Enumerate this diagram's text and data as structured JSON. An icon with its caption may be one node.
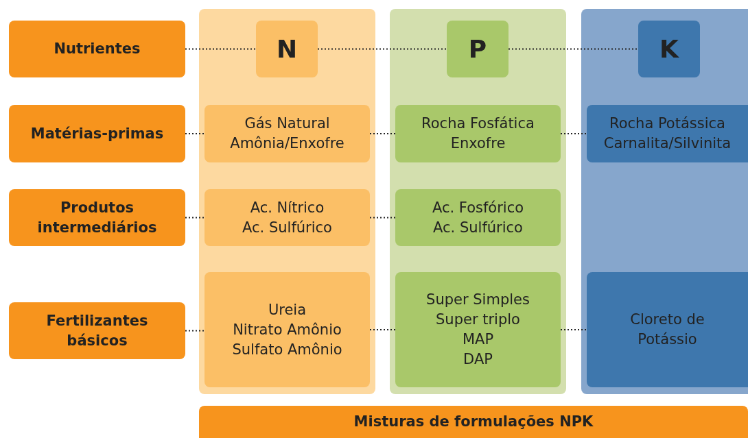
{
  "diagram": {
    "nodes": [
      {
        "text": [
          "Nutrientes"
        ]
      },
      {
        "text": [],
        "shape": "box"
      },
      {
        "text": [
          "N"
        ],
        "in": 1
      },
      {
        "text": [],
        "shape": "box"
      },
      {
        "text": [
          "P"
        ],
        "in": 3
      },
      {
        "text": [],
        "shape": "box"
      },
      {
        "text": [
          "K"
        ],
        "in": 5
      },
      {
        "text": [
          "Matérias-primas"
        ]
      },
      {
        "text": [
          "Gás Natural",
          "Amônia/Enxofre"
        ],
        "in": 1
      },
      {
        "text": [
          "Rocha Fosfática",
          "Enxofre"
        ],
        "in": 3
      },
      {
        "text": [
          "Rocha Potássica",
          "Carnalita/Silvinita"
        ],
        "in": 5
      },
      {
        "text": [
          "Produtos intermediários"
        ]
      },
      {
        "text": [
          "Ac. Nítrico",
          "Ac. Sulfúrico"
        ],
        "in": 1
      },
      {
        "text": [
          "Ac. Fosfórico",
          "Ac. Sulfúrico"
        ],
        "in": 3
      },
      {
        "text": [
          "Fertilizantes básicos"
        ]
      },
      {
        "text": [
          "Ureia",
          "Nitrato Amônio",
          "Sulfato Amônio"
        ],
        "in": 1
      },
      {
        "text": [
          "Super Simples",
          "Super triplo",
          "MAP",
          "DAP"
        ],
        "in": 3
      },
      {
        "text": [
          "Cloreto de Potássio"
        ],
        "in": 5
      },
      {
        "text": [
          "Misturas de formulações NPK"
        ]
      }
    ],
    "edges": [
      {
        "from": 0,
        "to": 2,
        "arrow": "none",
        "style": "dashed"
      },
      {
        "from": 2,
        "to": 4,
        "arrow": "none",
        "style": "dashed"
      },
      {
        "from": 4,
        "to": 6,
        "arrow": "none",
        "style": "dashed"
      },
      {
        "from": 7,
        "to": 8,
        "arrow": "none",
        "style": "dashed"
      },
      {
        "from": 8,
        "to": 9,
        "arrow": "none",
        "style": "dashed"
      },
      {
        "from": 9,
        "to": 10,
        "arrow": "none",
        "style": "dashed"
      },
      {
        "from": 11,
        "to": 12,
        "arrow": "none",
        "style": "dashed"
      },
      {
        "from": 12,
        "to": 13,
        "arrow": "none",
        "style": "dashed"
      },
      {
        "from": 14,
        "to": 15,
        "arrow": "none",
        "style": "dashed"
      },
      {
        "from": 15,
        "to": 16,
        "arrow": "none",
        "style": "dashed"
      },
      {
        "from": 16,
        "to": 17,
        "arrow": "none",
        "style": "dashed"
      }
    ]
  }
}
